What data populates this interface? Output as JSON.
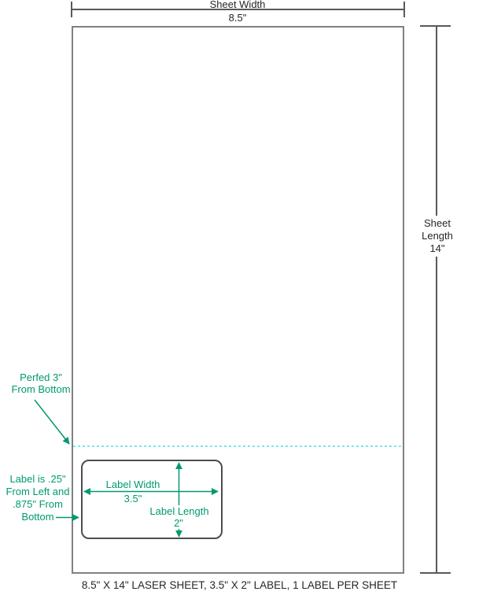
{
  "colors": {
    "annotation_green": "#009970",
    "perforation_cyan": "#7fe6e6",
    "sheet_border_gray": "#808080",
    "dimension_gray": "#595959",
    "text_black": "#262626"
  },
  "dimensions": {
    "sheet_width_label": "Sheet Width",
    "sheet_width_value": "8.5\"",
    "sheet_length_text": "Sheet\nLength\n14\"",
    "label_width_label": "Label Width",
    "label_width_value": "3.5\"",
    "label_length_label": "Label Length",
    "label_length_value": "2\""
  },
  "annotations": {
    "perf_note": "Perfed 3\"\nFrom Bottom",
    "offset_note": "Label is .25\"\nFrom Left and\n.875\" From\nBottom"
  },
  "caption": "8.5\" X 14\" LASER SHEET, 3.5\" X 2\" LABEL, 1 LABEL PER SHEET"
}
